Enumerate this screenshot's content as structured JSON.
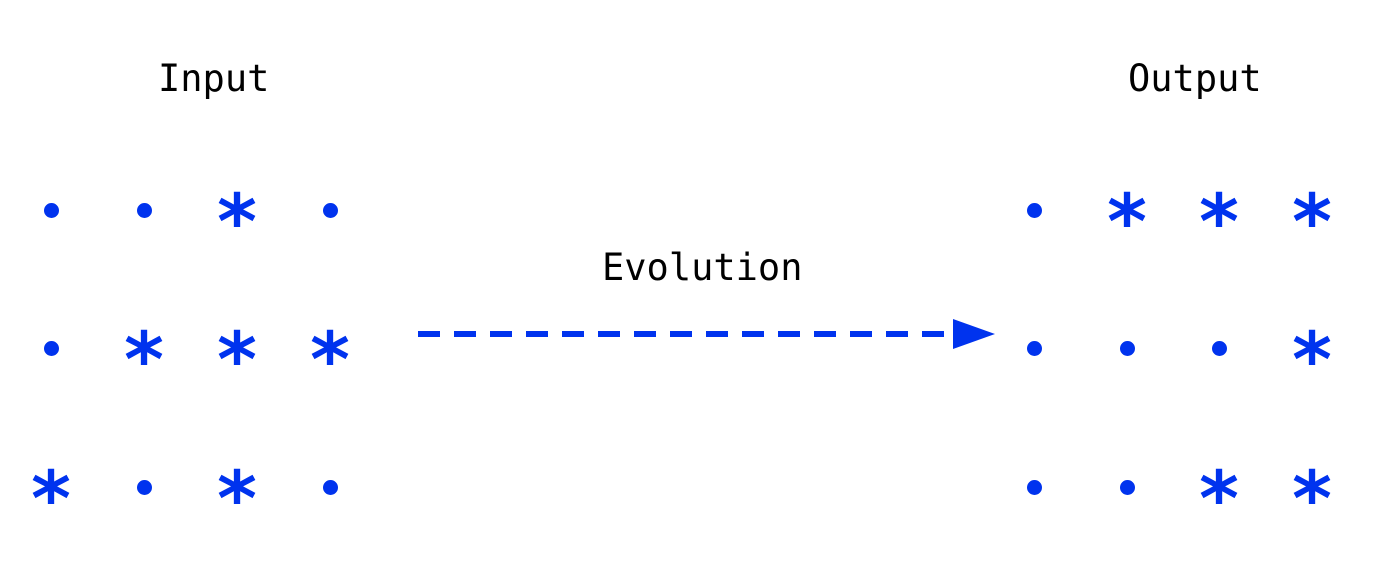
{
  "input": {
    "title": "Input",
    "rows": [
      [
        ".",
        ".",
        "*",
        "."
      ],
      [
        ".",
        "*",
        "*",
        "*"
      ],
      [
        "*",
        ".",
        "*",
        "."
      ]
    ]
  },
  "output": {
    "title": "Output",
    "rows": [
      [
        ".",
        "*",
        "*",
        "*"
      ],
      [
        ".",
        ".",
        ".",
        "*"
      ],
      [
        ".",
        ".",
        "*",
        "*"
      ]
    ]
  },
  "transition": {
    "label": "Evolution",
    "style": "dashed-arrow"
  },
  "colors": {
    "symbol": "#0033ee",
    "arrow": "#0033ee",
    "text": "#000000",
    "background": "#ffffff"
  }
}
